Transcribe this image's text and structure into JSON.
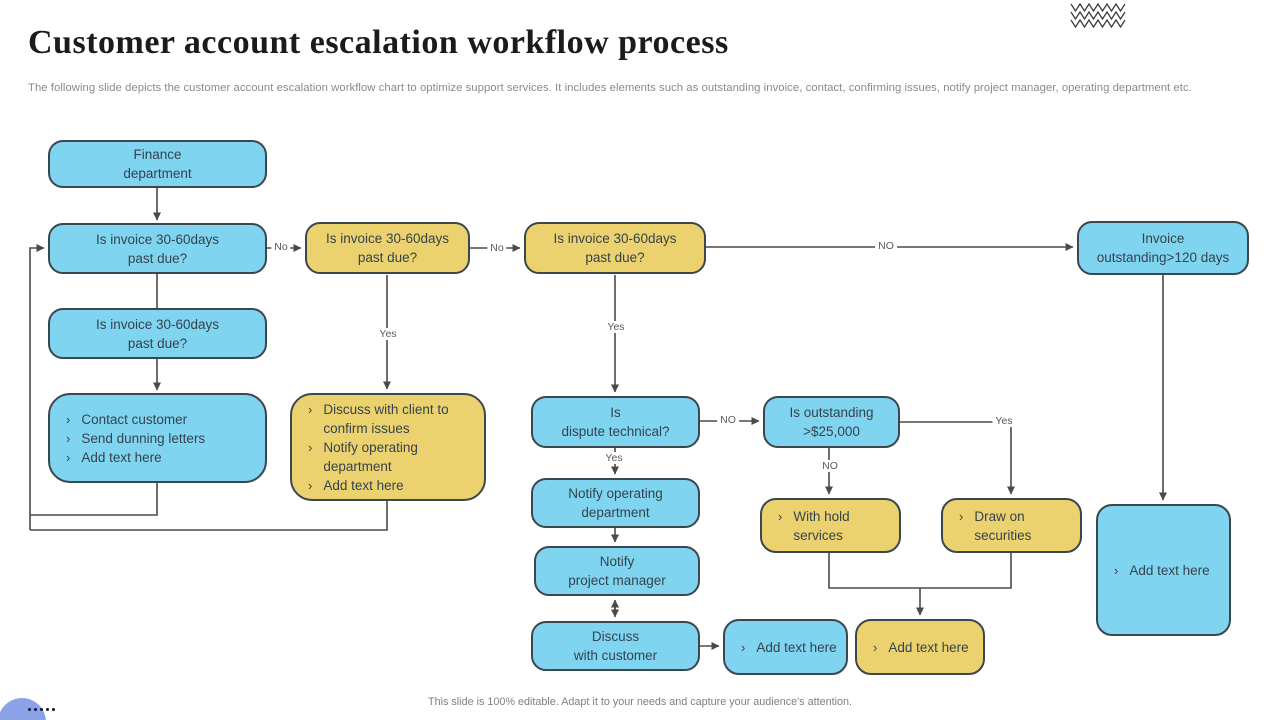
{
  "slide": {
    "title": "Customer account escalation workflow process",
    "subtitle": "The following slide depicts the customer account escalation workflow chart to optimize support services. It includes elements such as outstanding invoice, contact, confirming issues, notify project manager, operating department etc.",
    "footer": "This slide is 100% editable. Adapt it to your needs and capture your audience's attention."
  },
  "colors": {
    "node_blue": "#7fd4f0",
    "node_yellow": "#ebd26e",
    "node_border": "#3b464f",
    "connector": "#4a4a4a",
    "accent_circle": "#8ca2e8"
  },
  "bullet_char": "›",
  "nodes": {
    "finance": {
      "lines": [
        "Finance",
        "department"
      ]
    },
    "q1": {
      "lines": [
        "Is invoice 30-60days",
        "past due?"
      ]
    },
    "q2": {
      "lines": [
        "Is invoice 30-60days",
        "past due?"
      ]
    },
    "actions1": {
      "items": [
        "Contact customer",
        "Send dunning letters",
        "Add text here"
      ]
    },
    "q3": {
      "lines": [
        "Is invoice 30-60days",
        "past due?"
      ]
    },
    "actions2": {
      "items": [
        "Discuss with client to confirm issues",
        "Notify operating department",
        "Add text here"
      ]
    },
    "q4": {
      "lines": [
        "Is invoice 30-60days",
        "past due?"
      ]
    },
    "q5": {
      "lines": [
        "Is",
        "dispute technical?"
      ]
    },
    "notify_operating": {
      "lines": [
        "Notify operating",
        "department"
      ]
    },
    "notify_pm": {
      "lines": [
        "Notify",
        "project manager"
      ]
    },
    "discuss_customer": {
      "lines": [
        "Discuss",
        "with customer"
      ]
    },
    "q6": {
      "lines": [
        "Is outstanding",
        ">$25,000"
      ]
    },
    "withhold": {
      "items": [
        "With hold services"
      ]
    },
    "draw_securities": {
      "items": [
        "Draw on securities"
      ]
    },
    "invoice_120": {
      "lines": [
        "Invoice",
        "outstanding>120 days"
      ]
    },
    "add_text_big": {
      "items": [
        "Add text here"
      ]
    },
    "add_text_blue": {
      "items": [
        "Add text here"
      ]
    },
    "add_text_yellow": {
      "items": [
        "Add text here"
      ]
    }
  },
  "edge_labels": {
    "q1_to_q3": "No",
    "q3_to_q4": "No",
    "q4_to_invoice120": "NO",
    "q3_yes": "Yes",
    "q4_yes": "Yes",
    "q5_no": "NO",
    "q5_yes": "Yes",
    "q6_no": "NO",
    "q6_yes": "Yes"
  }
}
